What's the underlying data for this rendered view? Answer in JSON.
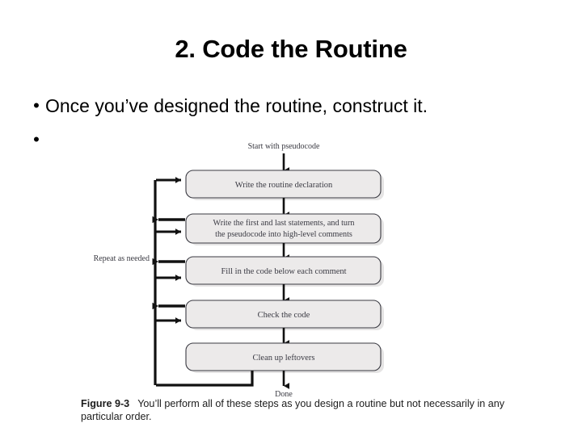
{
  "slide": {
    "title": "2. Code the Routine",
    "bullets": [
      {
        "text": "Once you’ve designed the routine, construct it."
      },
      {
        "text": ""
      }
    ]
  },
  "figure": {
    "start_label": "Start with pseudocode",
    "end_label": "Done",
    "loop_label": "Repeat as needed",
    "steps": [
      {
        "id": "write-routine-declaration",
        "lines": [
          "Write the routine declaration"
        ]
      },
      {
        "id": "write-first-last-statements",
        "lines": [
          "Write the first and last statements, and turn",
          "the pseudocode into high-level comments"
        ]
      },
      {
        "id": "fill-in-code",
        "lines": [
          "Fill in the code below each comment"
        ]
      },
      {
        "id": "check-the-code",
        "lines": [
          "Check the code"
        ]
      },
      {
        "id": "clean-up-leftovers",
        "lines": [
          "Clean up leftovers"
        ]
      }
    ],
    "caption": {
      "number": "Figure 9-3",
      "text": "You’ll perform all of these steps as you design a routine but not necessarily in any particular order."
    },
    "colors": {
      "box_fill": "#eceaea",
      "box_stroke": "#3a3a42",
      "arrow": "#111111",
      "text": "#3b3b44"
    }
  }
}
